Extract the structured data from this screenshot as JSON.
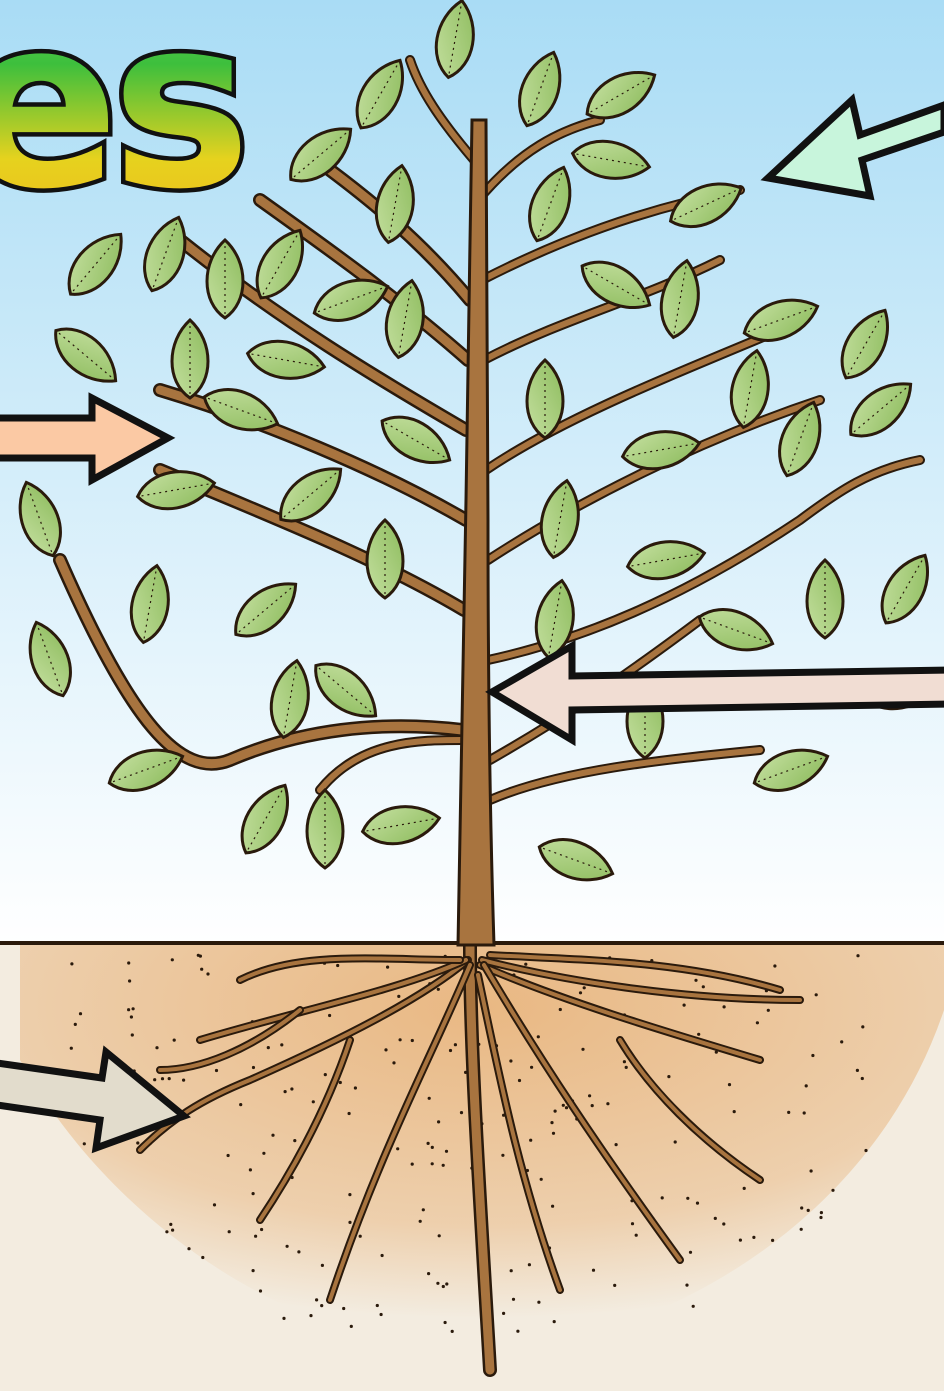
{
  "title": {
    "visible_text": "es"
  },
  "colors": {
    "sky_top": "#a9dcf5",
    "sky_bottom": "#ffffff",
    "soil": "#e9b883",
    "ground": "#f3ece0",
    "trunk": "#a8743f",
    "outline": "#2a1a0c",
    "leaf": "#8cbb5c",
    "leaf_light": "#c5e0a0",
    "arrow_leaves": "#c8f5dc",
    "arrow_branches": "#fbc9a4",
    "arrow_trunk": "#f1ddd3",
    "arrow_roots": "#e2dccc",
    "title_gradient": [
      "#7fd85a",
      "#3dbf3d",
      "#e6d21e",
      "#f0b81c"
    ]
  },
  "labels": {
    "arrow_leaves": "leaves-pointer-arrow",
    "arrow_branches": "branches-pointer-arrow",
    "arrow_trunk": "trunk-pointer-arrow",
    "arrow_roots": "roots-pointer-arrow"
  }
}
